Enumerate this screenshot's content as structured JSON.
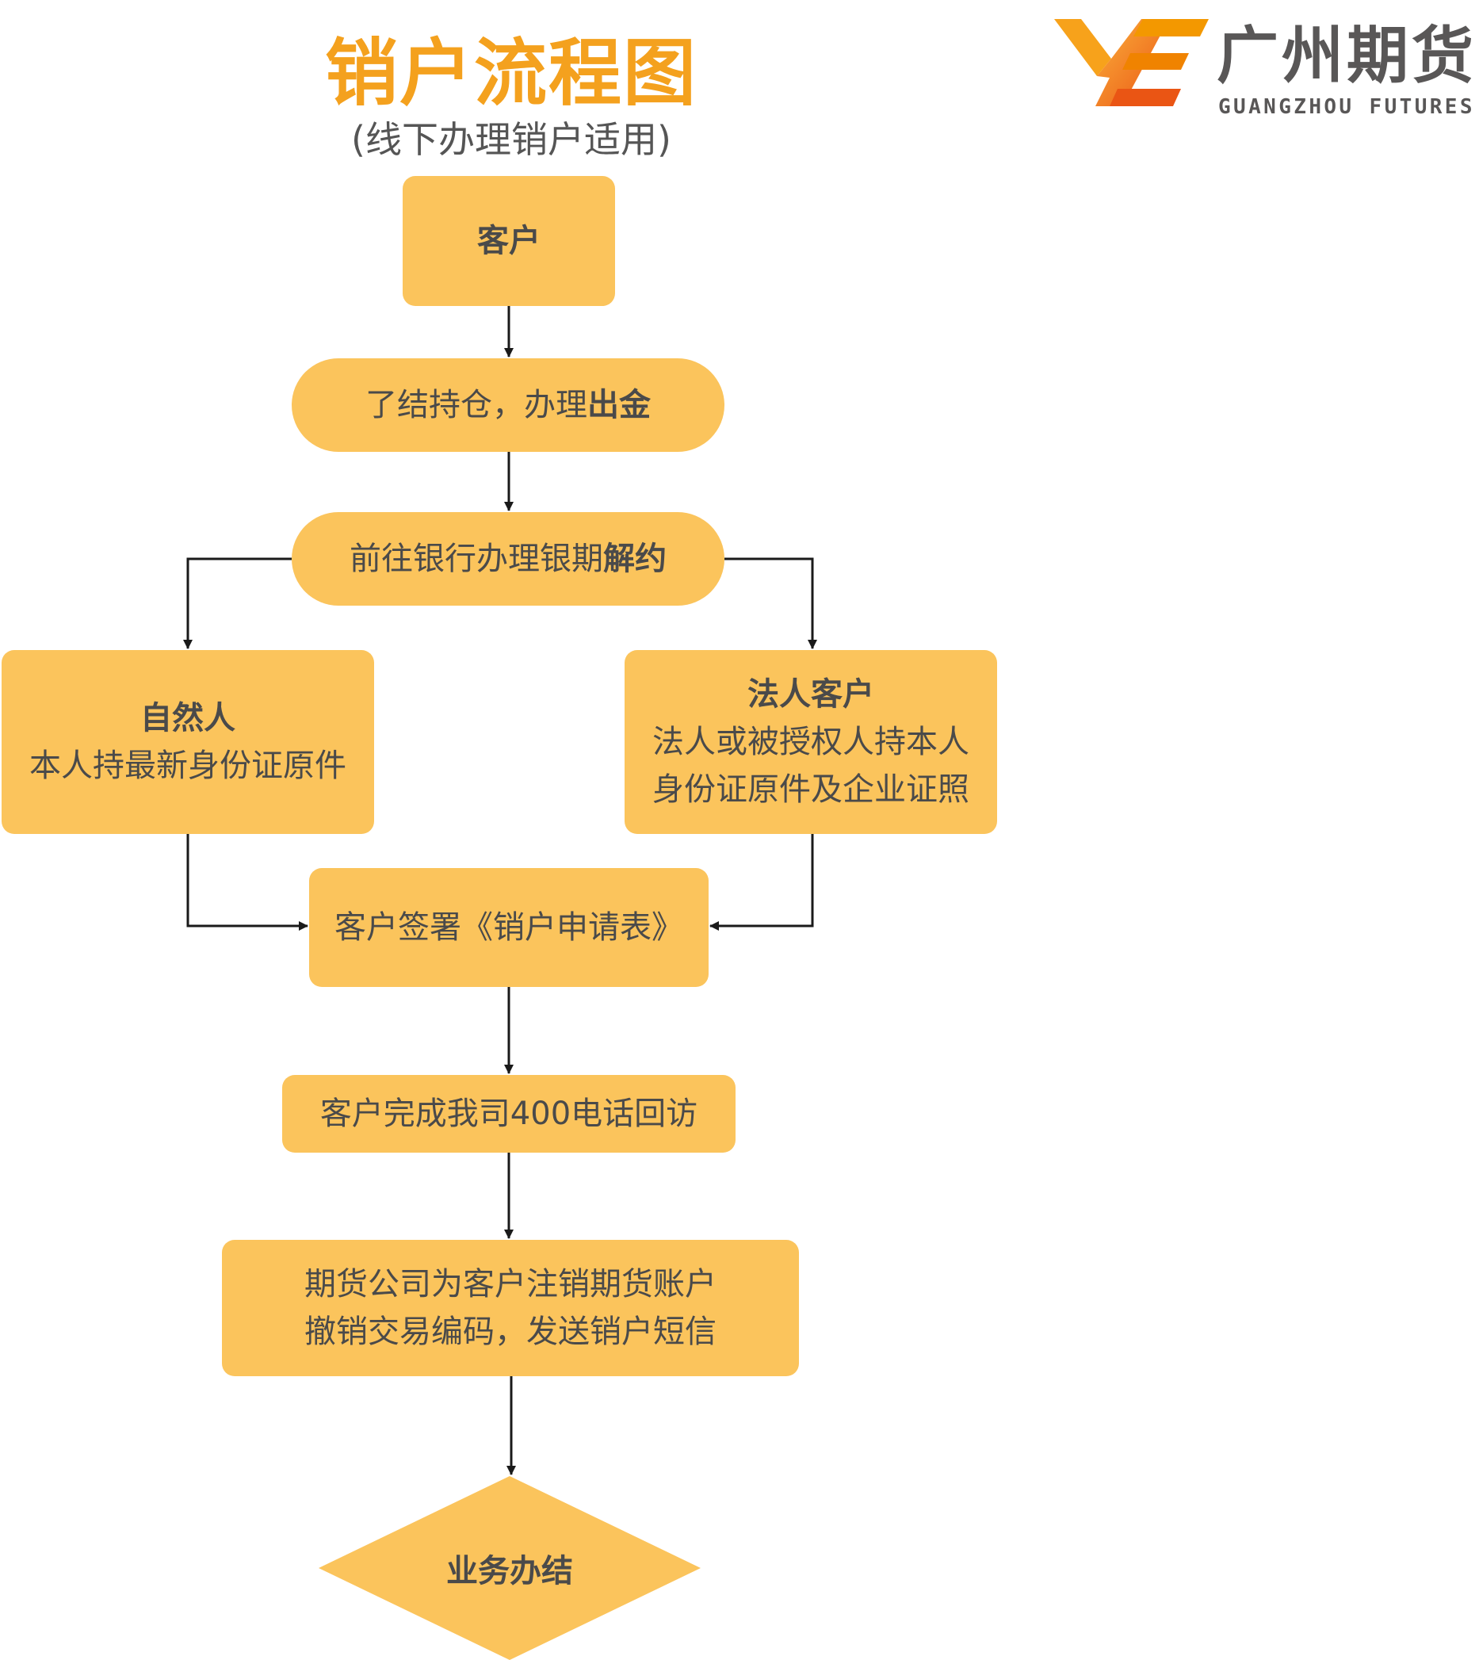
{
  "header": {
    "title": "销户流程图",
    "subtitle": "(线下办理销户适用)"
  },
  "logo": {
    "name_cn": "广州期货",
    "name_en": "GUANGZHOU  FUTURES"
  },
  "nodes": {
    "customer": "客户",
    "close_positions": {
      "text": "了结持仓，办理",
      "bold": "出金"
    },
    "bank_termination": {
      "text": "前往银行办理银期",
      "bold": "解约"
    },
    "natural_person": {
      "title": "自然人",
      "line1": "本人持最新身份证原件"
    },
    "corporate_client": {
      "title": "法人客户",
      "line1": "法人或被授权人持本人",
      "line2": "身份证原件及企业证照"
    },
    "sign_form": "客户签署《销户申请表》",
    "phone_visit": "客户完成我司400电话回访",
    "cancel_account": {
      "line1": "期货公司为客户注销期货账户",
      "line2": "撤销交易编码，发送销户短信"
    },
    "done": "业务办结"
  },
  "colors": {
    "node_fill": "#fbc45c",
    "title": "#f4a11e",
    "logo_orange": "#f39800",
    "logo_grey": "#595757",
    "arrow": "#1a1a1a"
  }
}
